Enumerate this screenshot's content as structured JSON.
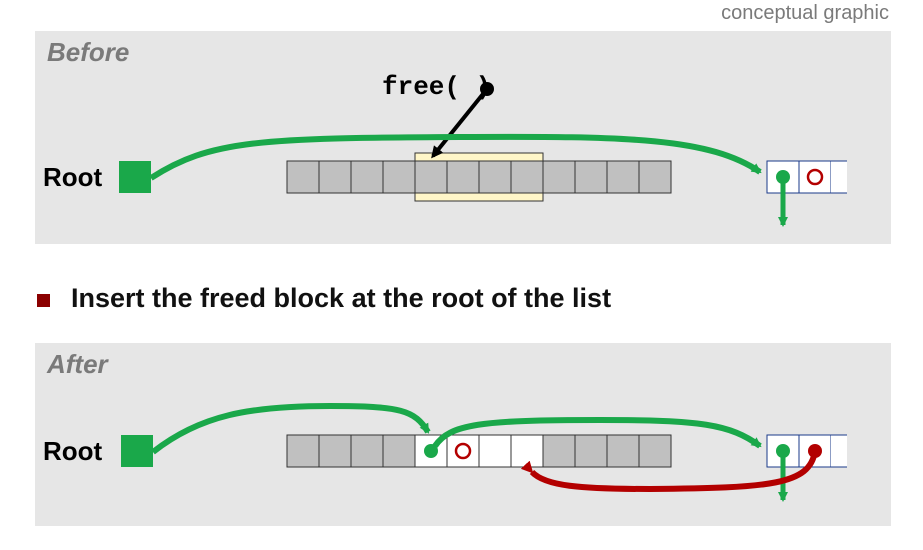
{
  "corner_note": "conceptual graphic",
  "before": {
    "label": "Before",
    "root_label": "Root",
    "call_label": "free(●)",
    "heap_cells": 12,
    "highlight_cells": [
      4,
      8
    ]
  },
  "bullet": {
    "text": "Insert the freed block at the root of the list"
  },
  "after": {
    "label": "After",
    "root_label": "Root",
    "heap_cells": 12
  },
  "colors": {
    "panel_bg": "#e6e6e6",
    "cell_fill": "#c0c0c0",
    "highlight_fill": "#fff6c8",
    "green": "#1aa84a",
    "red": "#b30000",
    "bullet": "#8b0000"
  },
  "icons": [
    "root-square-icon",
    "next-pointer-dot-icon",
    "prev-pointer-circle-icon",
    "arrow-icon"
  ]
}
